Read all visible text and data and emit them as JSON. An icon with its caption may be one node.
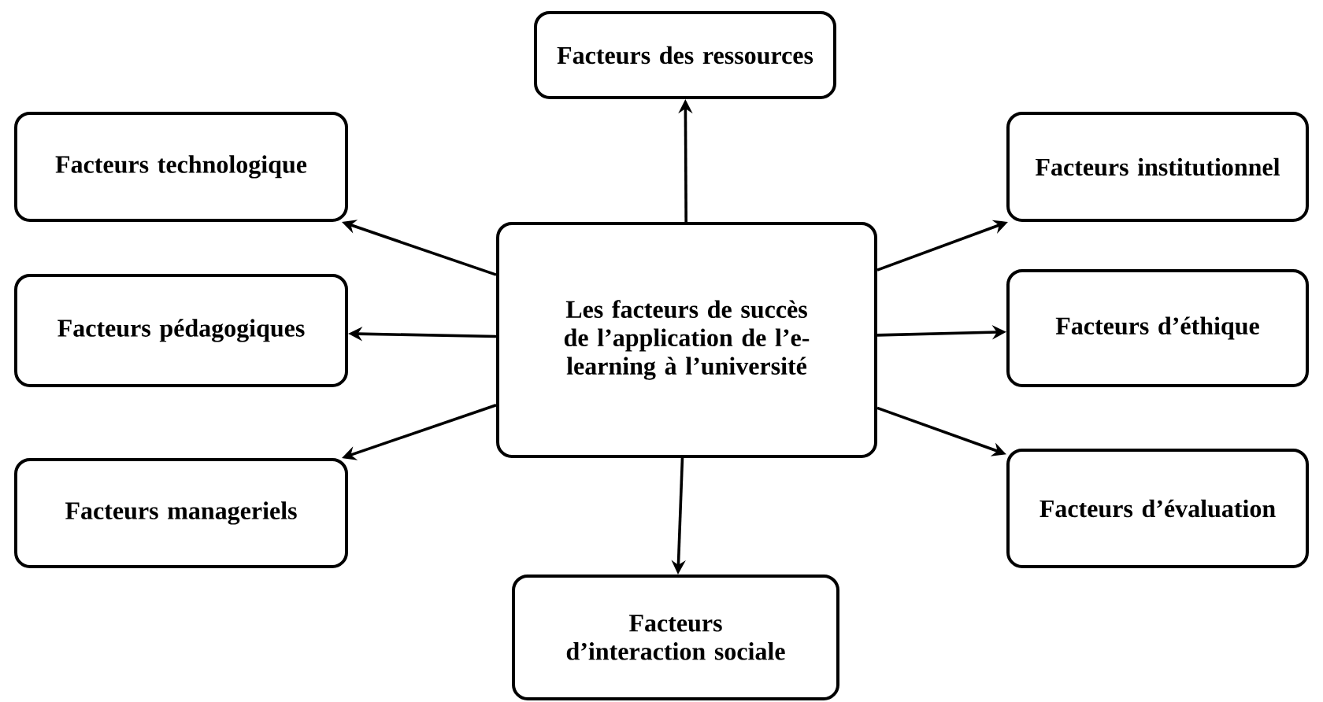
{
  "diagram": {
    "nodes": [
      {
        "text": [
          "Les facteurs de succès de l’application de l’e-learning à l’université"
        ]
      },
      {
        "text": [
          "Facteurs des ressources"
        ]
      },
      {
        "text": [
          "Facteurs technologique"
        ]
      },
      {
        "text": [
          "Facteurs institutionnel"
        ]
      },
      {
        "text": [
          "Facteurs pédagogiques"
        ]
      },
      {
        "text": [
          "Facteurs d’éthique"
        ]
      },
      {
        "text": [
          "Facteurs manageriels"
        ]
      },
      {
        "text": [
          "Facteurs d’évaluation"
        ]
      },
      {
        "text": [
          "Facteurs d’interaction sociale"
        ]
      }
    ],
    "edges": [
      {
        "from": 0,
        "to": 1,
        "arrow": "to"
      },
      {
        "from": 0,
        "to": 2,
        "arrow": "to"
      },
      {
        "from": 0,
        "to": 3,
        "arrow": "to"
      },
      {
        "from": 0,
        "to": 4,
        "arrow": "to"
      },
      {
        "from": 0,
        "to": 5,
        "arrow": "to"
      },
      {
        "from": 0,
        "to": 6,
        "arrow": "to"
      },
      {
        "from": 0,
        "to": 7,
        "arrow": "to"
      },
      {
        "from": 0,
        "to": 8,
        "arrow": "to"
      }
    ]
  }
}
